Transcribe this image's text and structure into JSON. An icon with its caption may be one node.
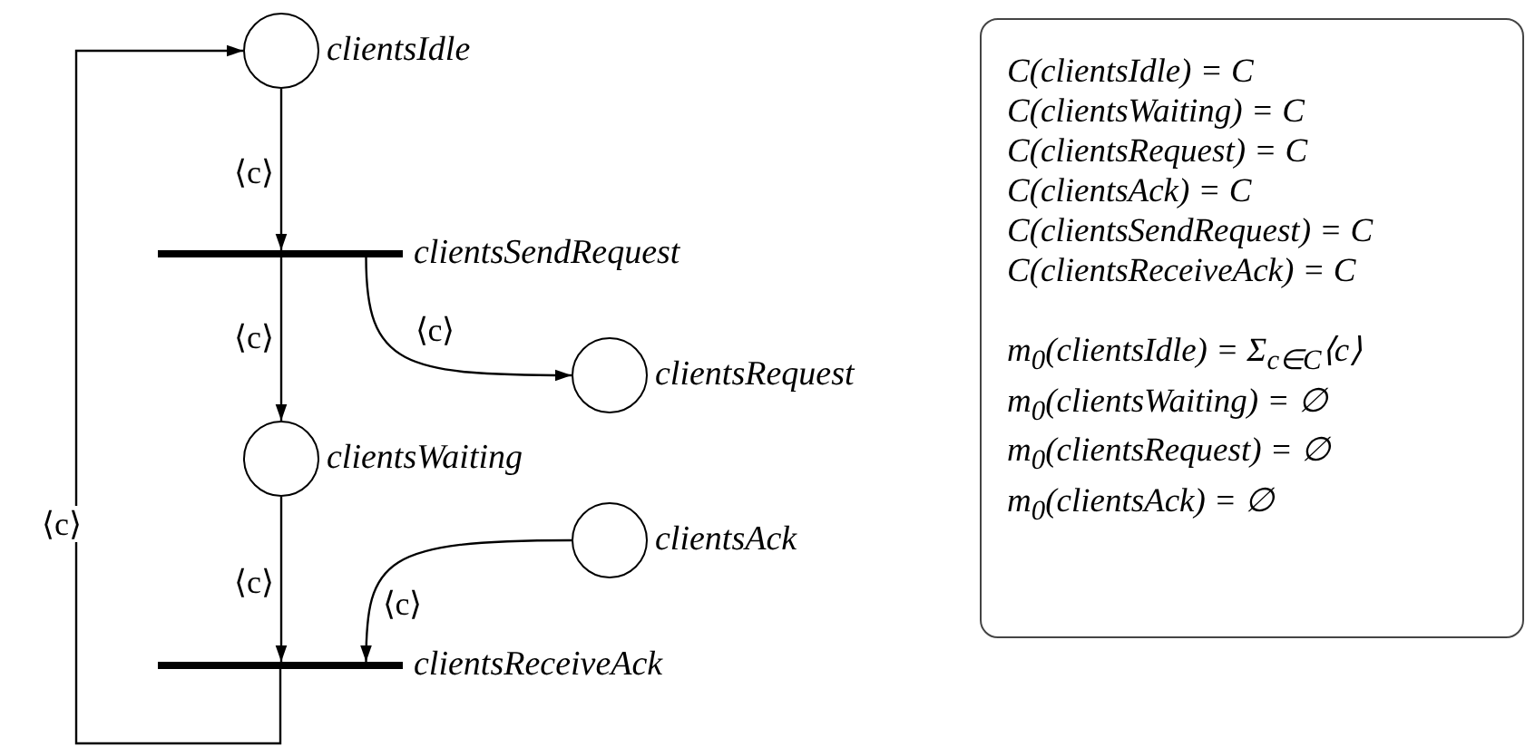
{
  "diagram": {
    "nodes": [
      {
        "text": [],
        "shape": "circle",
        "beside": [
          "clientsIdle"
        ]
      },
      {
        "text": [],
        "shape": "bar",
        "beside": [
          "clientsSendRequest"
        ]
      },
      {
        "text": [],
        "shape": "circle",
        "beside": [
          "clientsRequest"
        ]
      },
      {
        "text": [],
        "shape": "circle",
        "beside": [
          "clientsWaiting"
        ]
      },
      {
        "text": [],
        "shape": "circle",
        "beside": [
          "clientsAck"
        ]
      },
      {
        "text": [],
        "shape": "bar",
        "beside": [
          "clientsReceiveAck"
        ]
      },
      {
        "text": [
          "C(clientsIdle) = C",
          "C(clientsWaiting) = C",
          "C(clientsRequest) = C",
          "C(clientsAck) = C",
          "C(clientsSendRequest) = C",
          "C(clientsReceiveAck) = C",
          "m$_{0}$(clientsIdle) = Σ$_{c∈C}$⟨c⟩",
          "m$_{0}$(clientsWaiting) = ∅",
          "m$_{0}$(clientsRequest) = ∅",
          "m$_{0}$(clientsAck) = ∅"
        ]
      }
    ],
    "edges": [
      {
        "from": 0,
        "to": 1,
        "arrow": "to",
        "label": "⟨c⟩"
      },
      {
        "from": 1,
        "to": 3,
        "arrow": "to",
        "label": "⟨c⟩"
      },
      {
        "from": 1,
        "to": 2,
        "arrow": "to",
        "label": "⟨c⟩"
      },
      {
        "from": 3,
        "to": 5,
        "arrow": "to",
        "label": "⟨c⟩"
      },
      {
        "from": 4,
        "to": 5,
        "arrow": "to",
        "label": "⟨c⟩"
      },
      {
        "from": 5,
        "to": 0,
        "arrow": "to",
        "label": "⟨c⟩"
      }
    ]
  }
}
